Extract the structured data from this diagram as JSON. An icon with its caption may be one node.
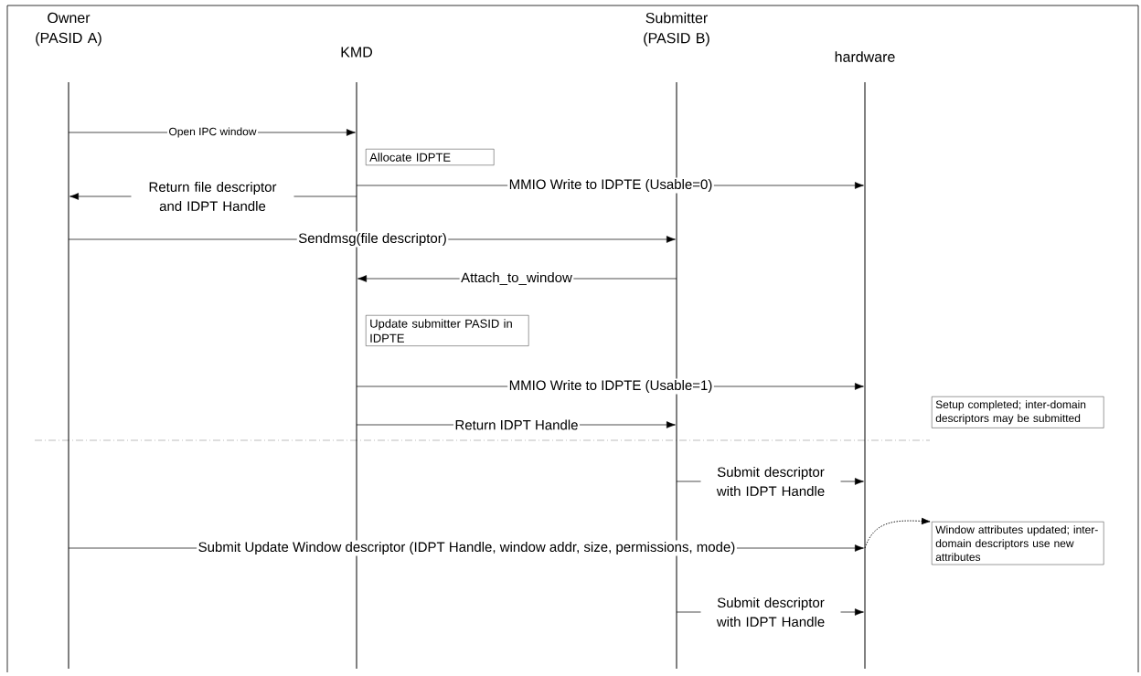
{
  "diagram": {
    "nodes": [
      {
        "text": [
          "Owner (PASID A)"
        ]
      },
      {
        "text": [
          "KMD"
        ]
      },
      {
        "text": [
          "Submitter (PASID B)"
        ]
      },
      {
        "text": [
          "hardware"
        ]
      },
      {
        "text": [],
        "shape": "line"
      },
      {
        "text": [],
        "shape": "line"
      },
      {
        "text": [],
        "shape": "line"
      },
      {
        "text": [],
        "shape": "line"
      },
      {
        "text": [
          "Allocate IDPTE"
        ]
      },
      {
        "text": [
          "Update submitter PASID in IDPTE"
        ]
      },
      {
        "text": [
          "Setup completed; inter-domain descriptors may be submitted"
        ]
      },
      {
        "text": [
          "Window attributes updated; inter-domain descriptors use new attributes"
        ]
      }
    ],
    "edges": [
      {
        "from": 4,
        "to": 5,
        "arrow": "to",
        "label": "Open IPC window"
      },
      {
        "from": 5,
        "to": 7,
        "arrow": "to",
        "label": "MMIO Write to IDPTE (Usable=0)"
      },
      {
        "from": 5,
        "to": 4,
        "arrow": "to",
        "label": "Return file descriptor and IDPT Handle"
      },
      {
        "from": 4,
        "to": 6,
        "arrow": "to",
        "label": "Sendmsg(file descriptor)"
      },
      {
        "from": 6,
        "to": 5,
        "arrow": "to",
        "label": "Attach_to_window"
      },
      {
        "from": 5,
        "to": 7,
        "arrow": "to",
        "label": "MMIO Write to IDPTE (Usable=1)"
      },
      {
        "from": 5,
        "to": 6,
        "arrow": "to",
        "label": "Return IDPT Handle"
      },
      {
        "from": 6,
        "to": 7,
        "arrow": "to",
        "label": "Submit descriptor with IDPT Handle"
      },
      {
        "from": 4,
        "to": 7,
        "arrow": "to",
        "label": "Submit Update Window descriptor (IDPT Handle, window addr, size, permissions, mode)"
      },
      {
        "from": 6,
        "to": 7,
        "arrow": "to",
        "label": "Submit descriptor with IDPT Handle"
      },
      {
        "from": 7,
        "to": 11,
        "arrow": "to",
        "style": "dashed"
      }
    ]
  }
}
